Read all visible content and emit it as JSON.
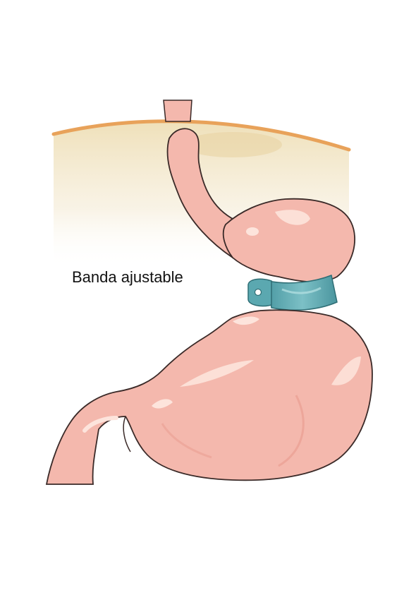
{
  "labels": {
    "band": "Banda ajustable"
  },
  "colors": {
    "background": "#ffffff",
    "diaphragm_edge": "#e8a25a",
    "diaphragm_fill": "#efe0b9",
    "stomach_fill": "#f4b8ad",
    "stomach_highlight": "#fde4dc",
    "stomach_outline": "#3a2a28",
    "band_fill": "#5ba8b0",
    "band_dark": "#3f8891",
    "label_text": "#111111"
  },
  "icons": [
    "esophagus",
    "upper-stomach-pouch",
    "adjustable-band",
    "lower-stomach",
    "duodenum",
    "diaphragm"
  ]
}
